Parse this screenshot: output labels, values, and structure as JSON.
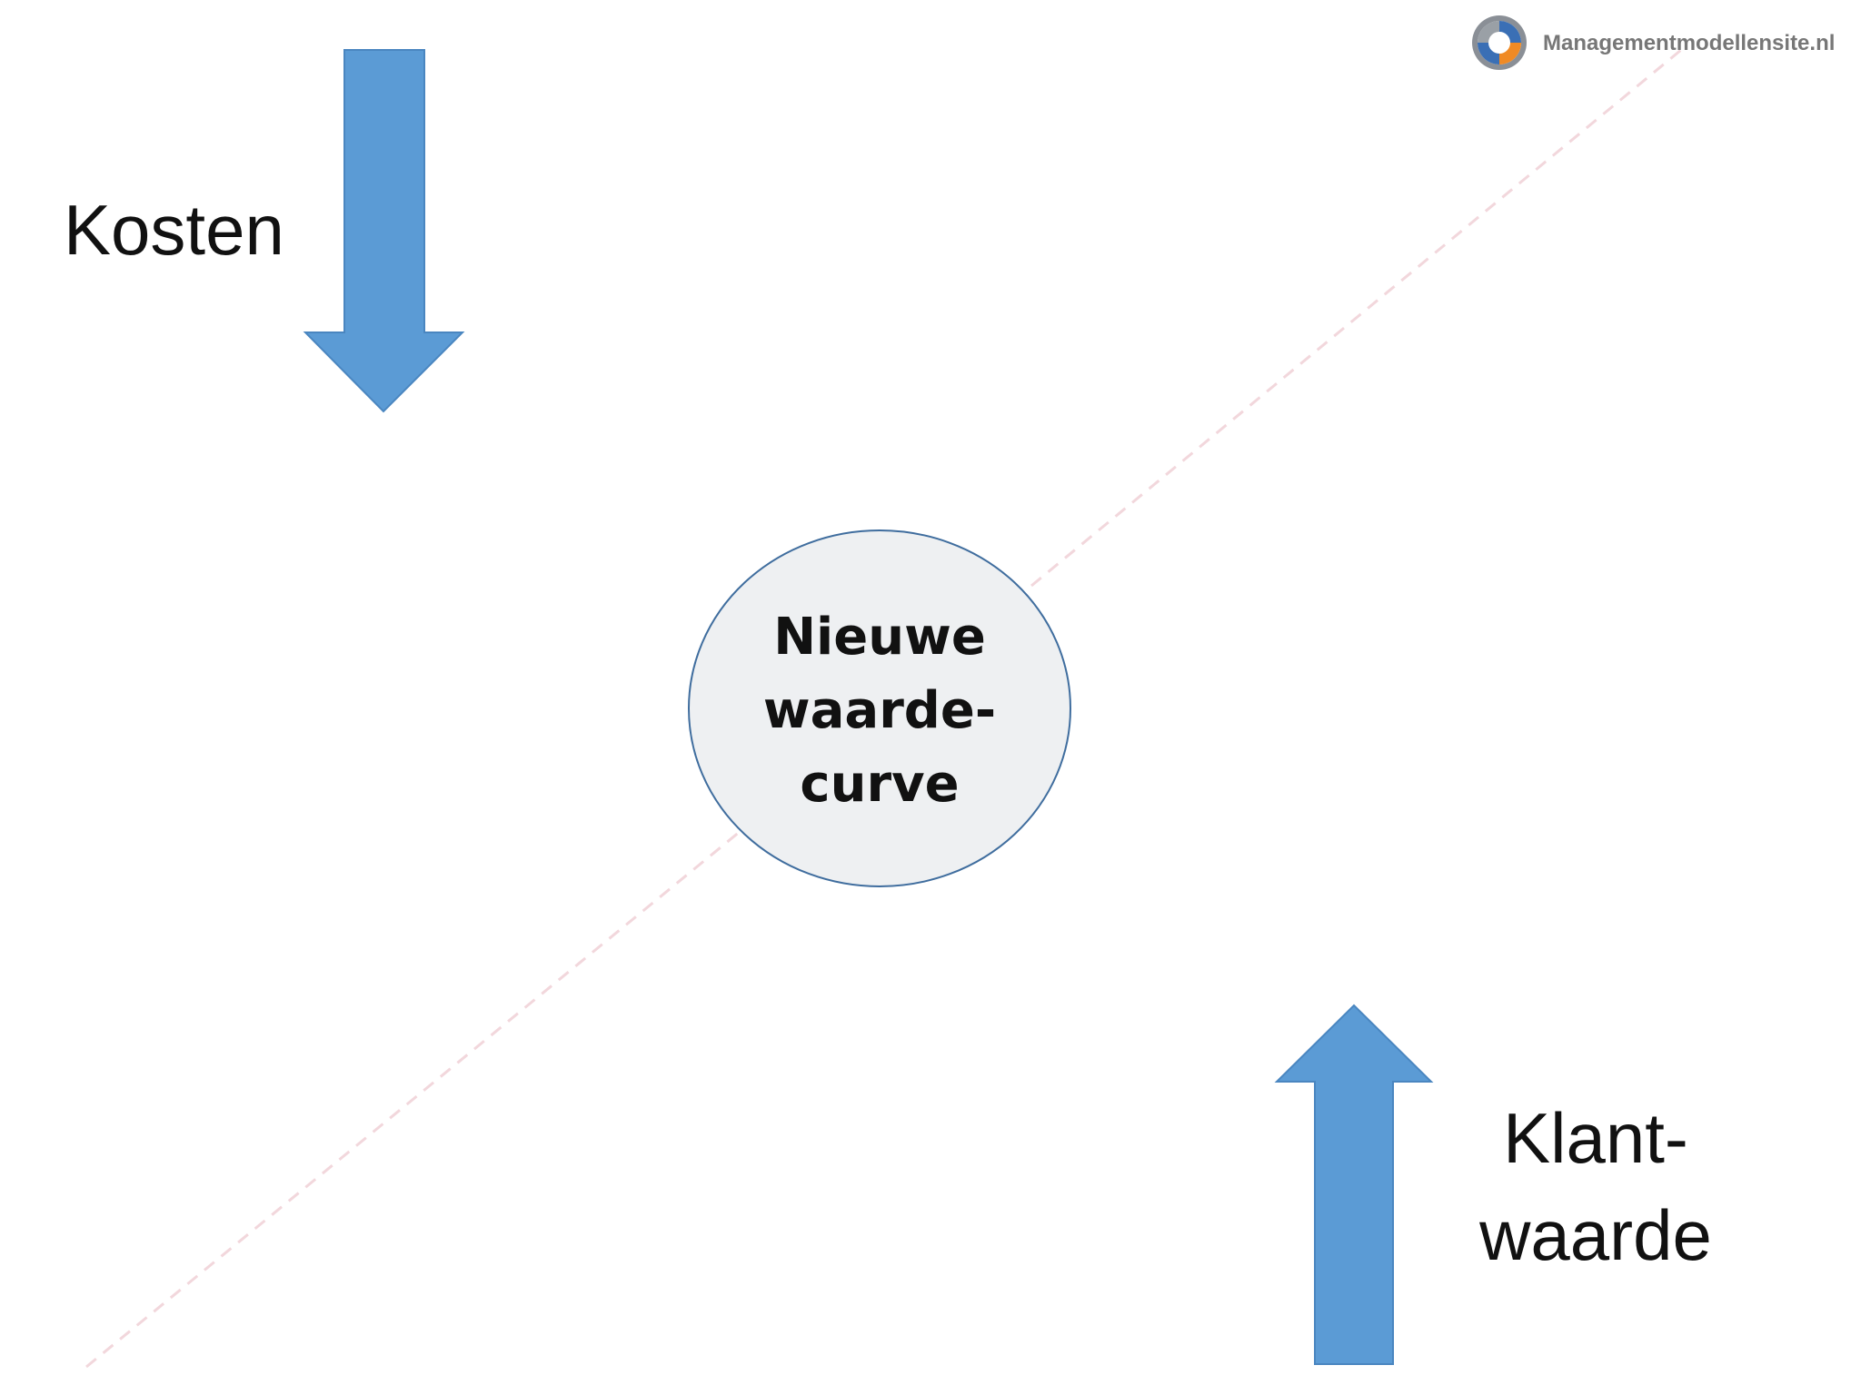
{
  "brand": {
    "name": "Managementmodellensite.nl",
    "logo_icon": "managementmodellensite-logo-icon",
    "logo_colors": [
      "#3a6fb5",
      "#f08a24",
      "#8a8f96"
    ]
  },
  "cost": {
    "label": "Kosten",
    "direction": "down",
    "arrow_icon": "down-arrow-icon"
  },
  "value": {
    "label_lines": [
      "Klant-",
      "waarde"
    ],
    "direction": "up",
    "arrow_icon": "up-arrow-icon"
  },
  "center": {
    "label_lines": [
      "Nieuwe",
      "waarde-",
      "curve"
    ]
  },
  "colors": {
    "arrow": "#5b9bd5",
    "arrow_stroke": "#4a86c0",
    "circle_fill": "#eef0f2",
    "circle_stroke": "#3f6d9e",
    "diagonal": "#f2d7dc",
    "text": "#111111"
  }
}
